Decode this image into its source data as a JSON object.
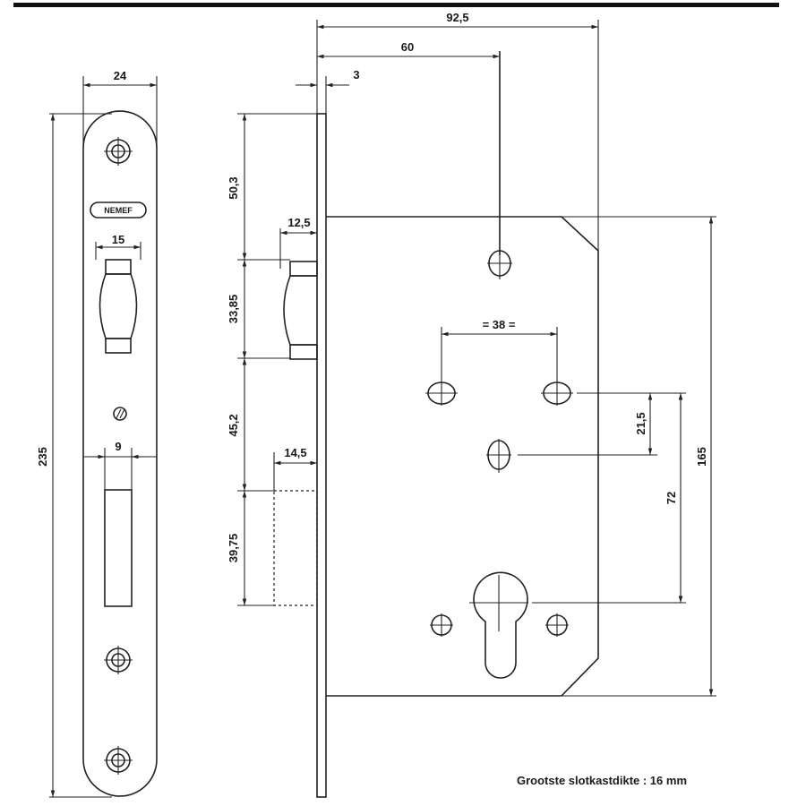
{
  "title": "Mortise lock technical drawing",
  "brand": "NEMEF",
  "colors": {
    "line": "#222222",
    "background": "#ffffff",
    "top_bar": "#111111"
  },
  "dimensions": {
    "backset_total": "92,5",
    "backset": "60",
    "faceplate_thickness": "3",
    "faceplate_width": "24",
    "faceplate_length": "235",
    "latch_width_front": "15",
    "deadbolt_width_front": "9",
    "top_to_latch": "50,3",
    "latch_height": "33,85",
    "latch_to_bolt": "45,2",
    "bolt_height": "39,75",
    "latch_projection": "12,5",
    "bolt_projection": "14,5",
    "spindle_spacing": "= 38 =",
    "follower_offset": "21,5",
    "centre_distance": "72",
    "case_height": "165"
  },
  "caption": "Grootste slotkastdikte : 16 mm"
}
